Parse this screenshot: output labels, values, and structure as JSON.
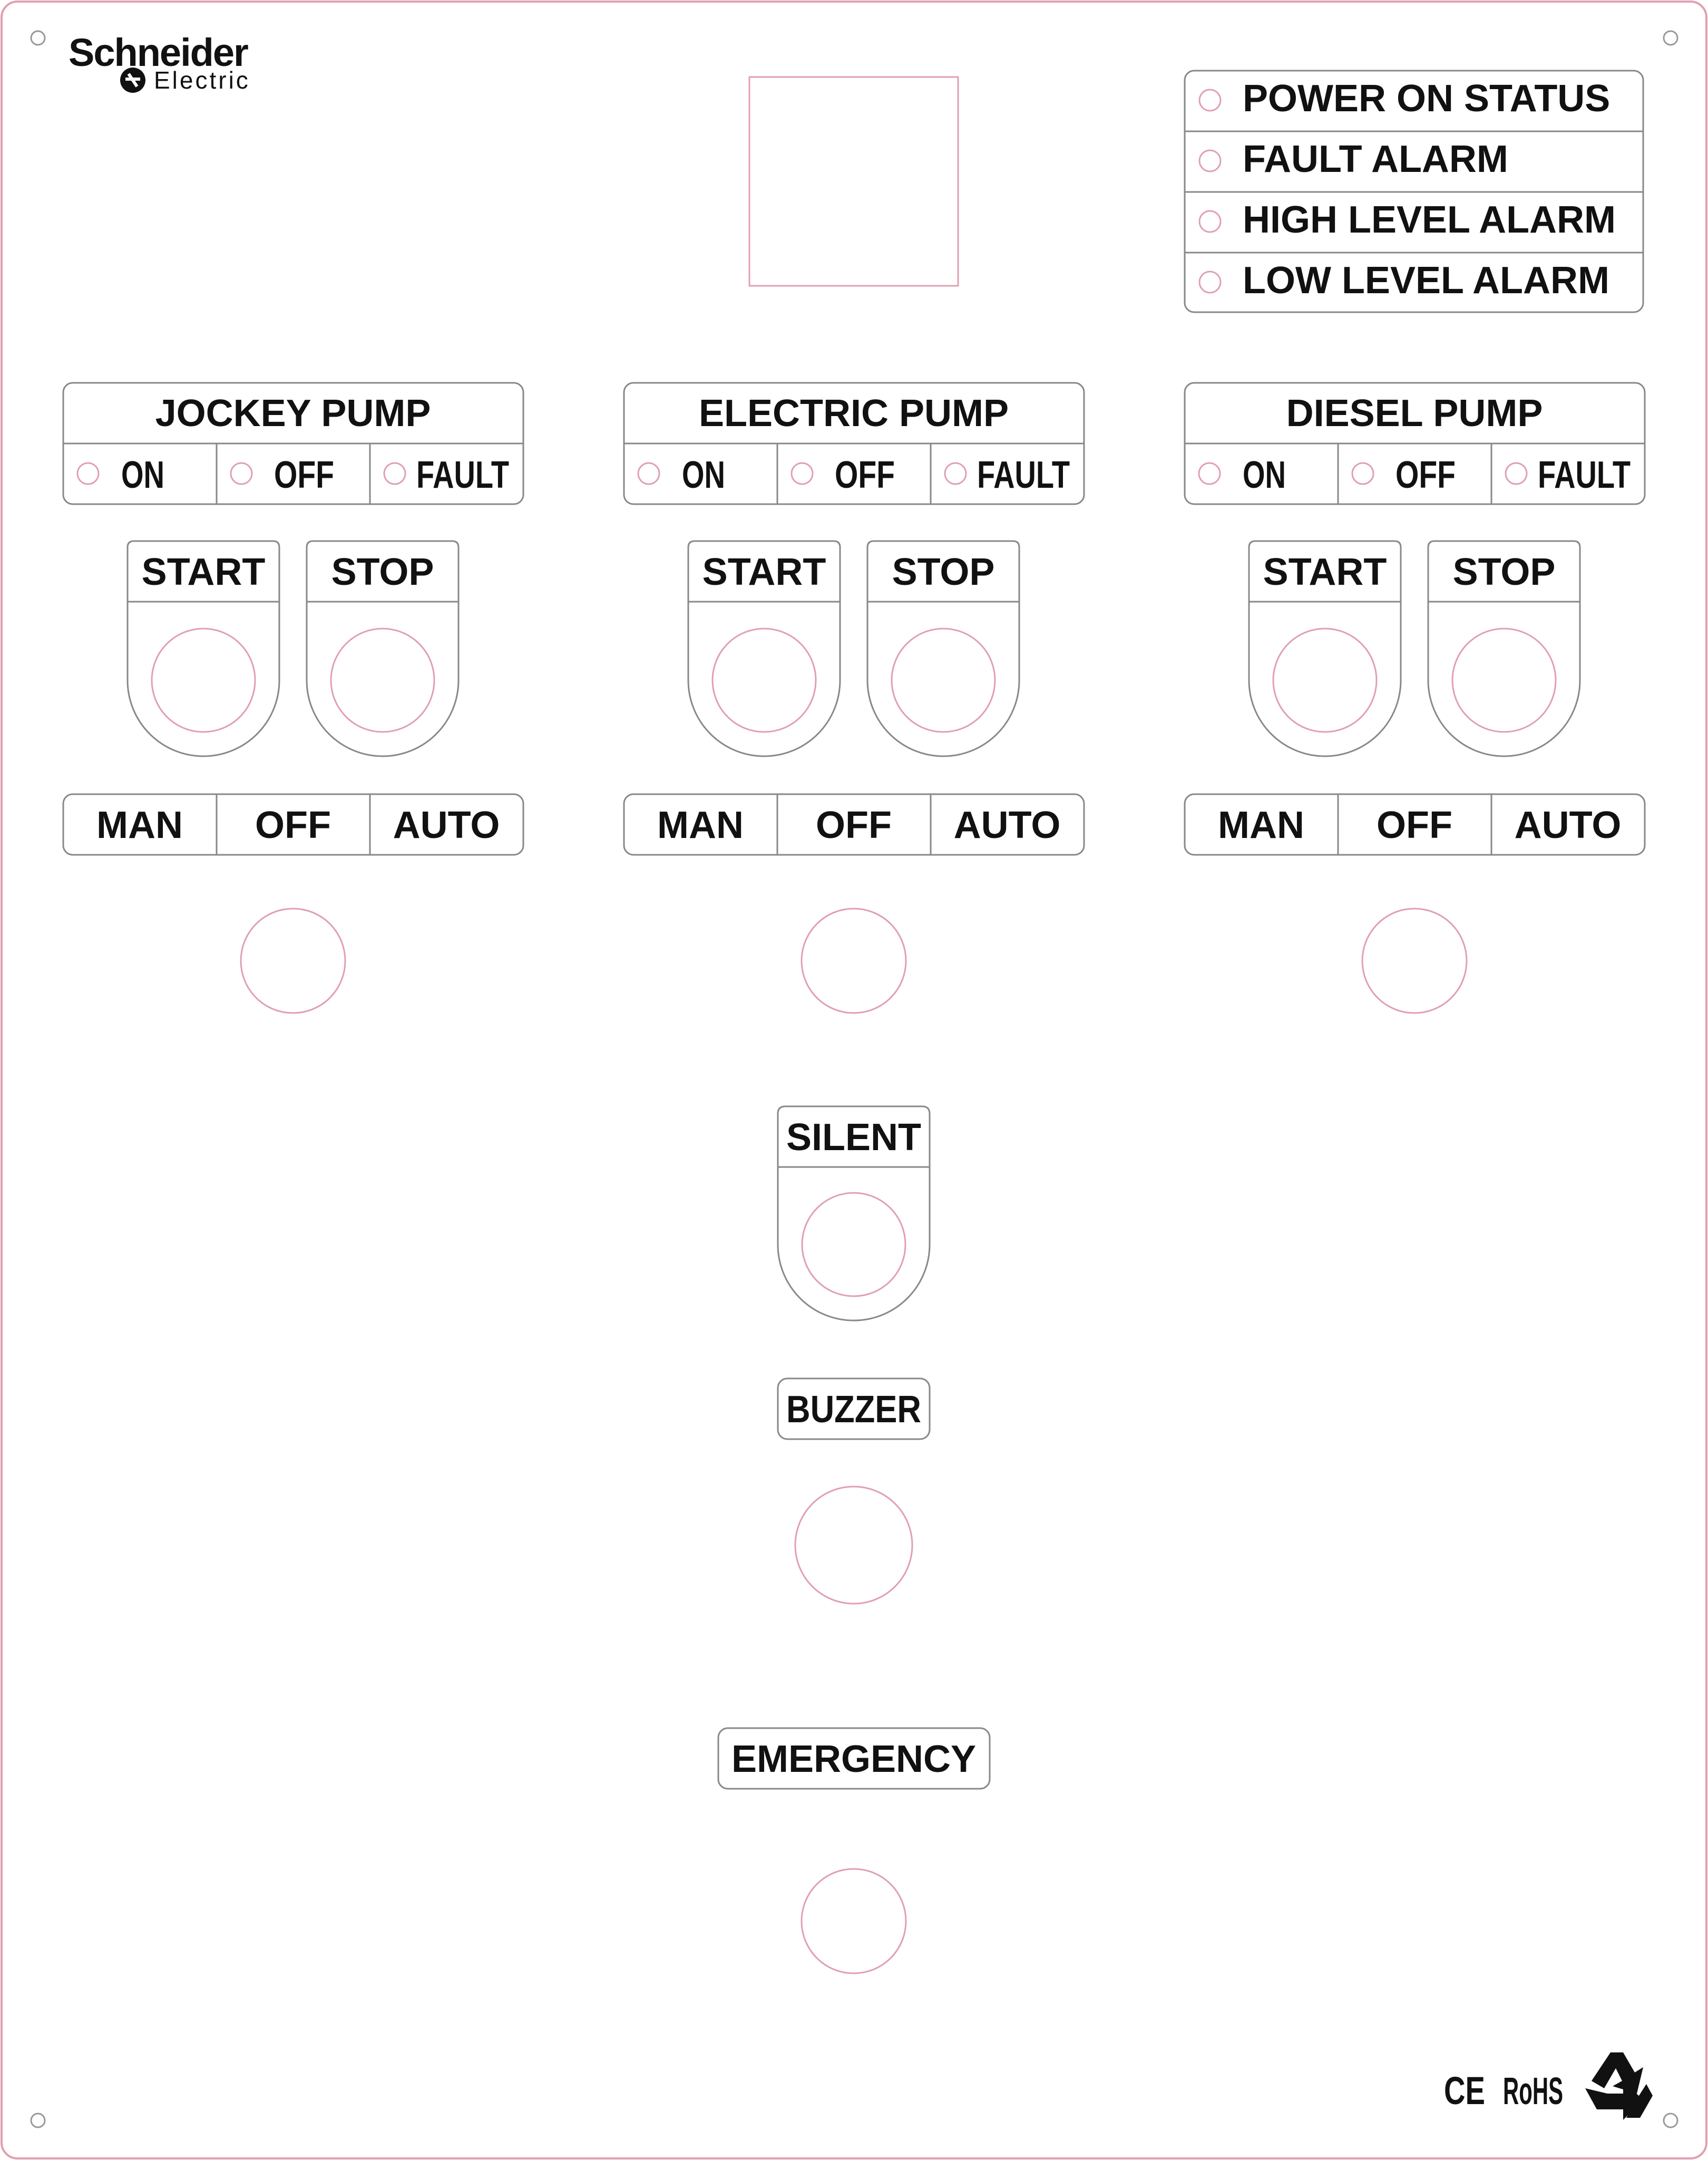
{
  "brand": {
    "name": "Schneider",
    "sub": "Electric"
  },
  "status_panel": [
    "POWER ON STATUS",
    "FAULT ALARM",
    "HIGH LEVEL ALARM",
    "LOW LEVEL ALARM"
  ],
  "pumps": [
    {
      "title": "JOCKEY PUMP",
      "indicators": [
        "ON",
        "OFF",
        "FAULT"
      ],
      "start": "START",
      "stop": "STOP",
      "modes": [
        "MAN",
        "OFF",
        "AUTO"
      ]
    },
    {
      "title": "ELECTRIC PUMP",
      "indicators": [
        "ON",
        "OFF",
        "FAULT"
      ],
      "start": "START",
      "stop": "STOP",
      "modes": [
        "MAN",
        "OFF",
        "AUTO"
      ]
    },
    {
      "title": "DIESEL PUMP",
      "indicators": [
        "ON",
        "OFF",
        "FAULT"
      ],
      "start": "START",
      "stop": "STOP",
      "modes": [
        "MAN",
        "OFF",
        "AUTO"
      ]
    }
  ],
  "silent_label": "SILENT",
  "buzzer_label": "BUZZER",
  "emergency_label": "EMERGENCY",
  "marks": {
    "ce": "CE",
    "rohs": "RoHS"
  },
  "colors": {
    "panel_outline": "#e0a0b0",
    "label_box": "#888888",
    "text": "#111111"
  },
  "icons": [
    "schneider-logo-icon",
    "recycle-icon",
    "ce-mark-icon"
  ]
}
